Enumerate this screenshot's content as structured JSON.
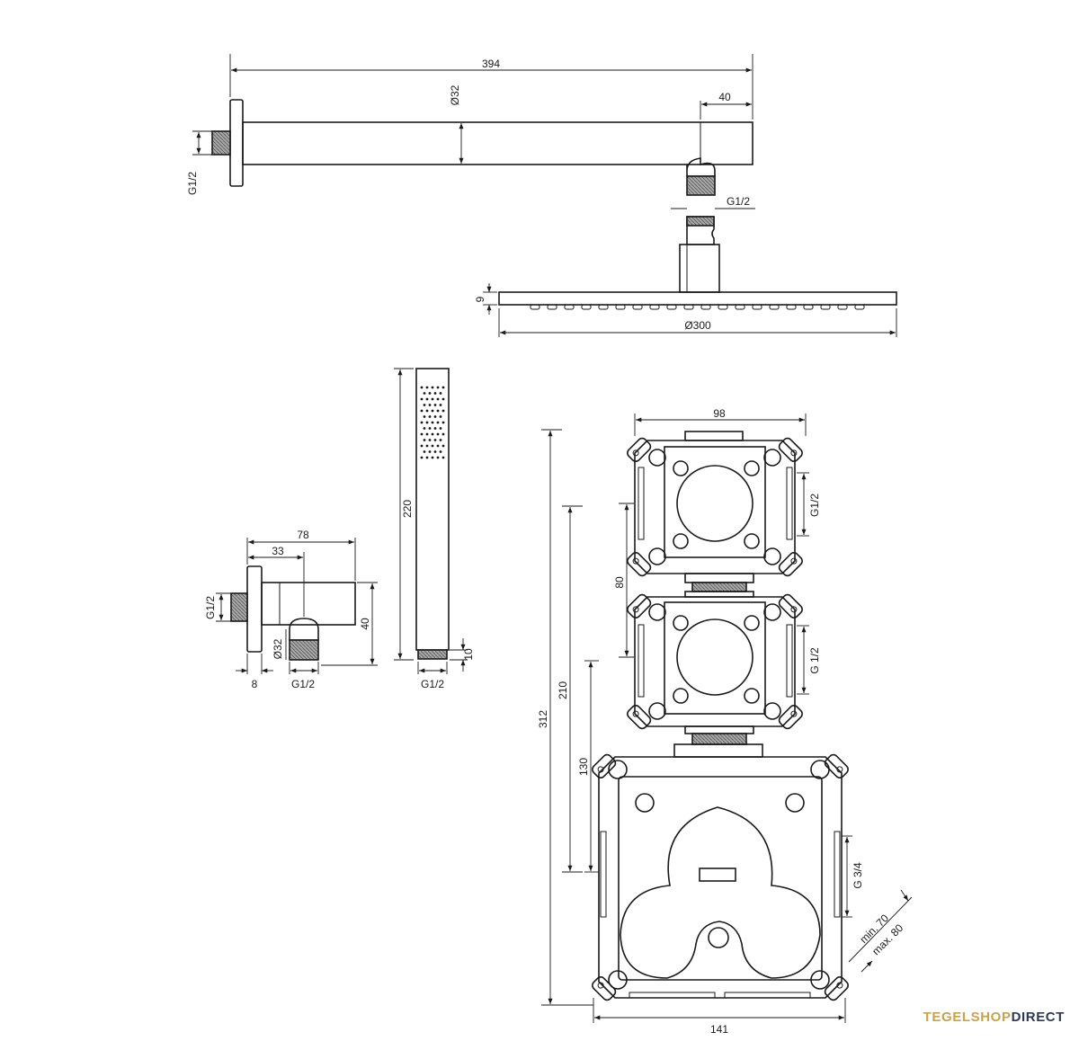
{
  "dimensions": {
    "arm_length": "394",
    "arm_diameter": "Ø32",
    "arm_elbow_offset": "40",
    "arm_wall_thread": "G1/2",
    "arm_head_thread": "G1/2",
    "head_thickness": "9",
    "head_diameter": "Ø300",
    "elbow_total": "78",
    "elbow_offset": "33",
    "elbow_wall_thread": "G1/2",
    "elbow_height": "40",
    "elbow_diameter": "Ø32",
    "elbow_flange": "8",
    "elbow_outlet_thread": "G1/2",
    "hand_length": "220",
    "hand_thread_len": "10",
    "hand_thread": "G1/2",
    "box_width_top": "98",
    "box_pitch": "80",
    "box_thread_1": "G1/2",
    "box_thread_2": "G 1/2",
    "box_h1": "210",
    "box_h2": "130",
    "box_total": "312",
    "box_main_thread": "G 3/4",
    "depth_min": "min. 70",
    "depth_max": "max. 80",
    "box_width_bottom": "141"
  },
  "logo": {
    "part1": "TEGELSHOP",
    "part2": "DIRECT"
  }
}
